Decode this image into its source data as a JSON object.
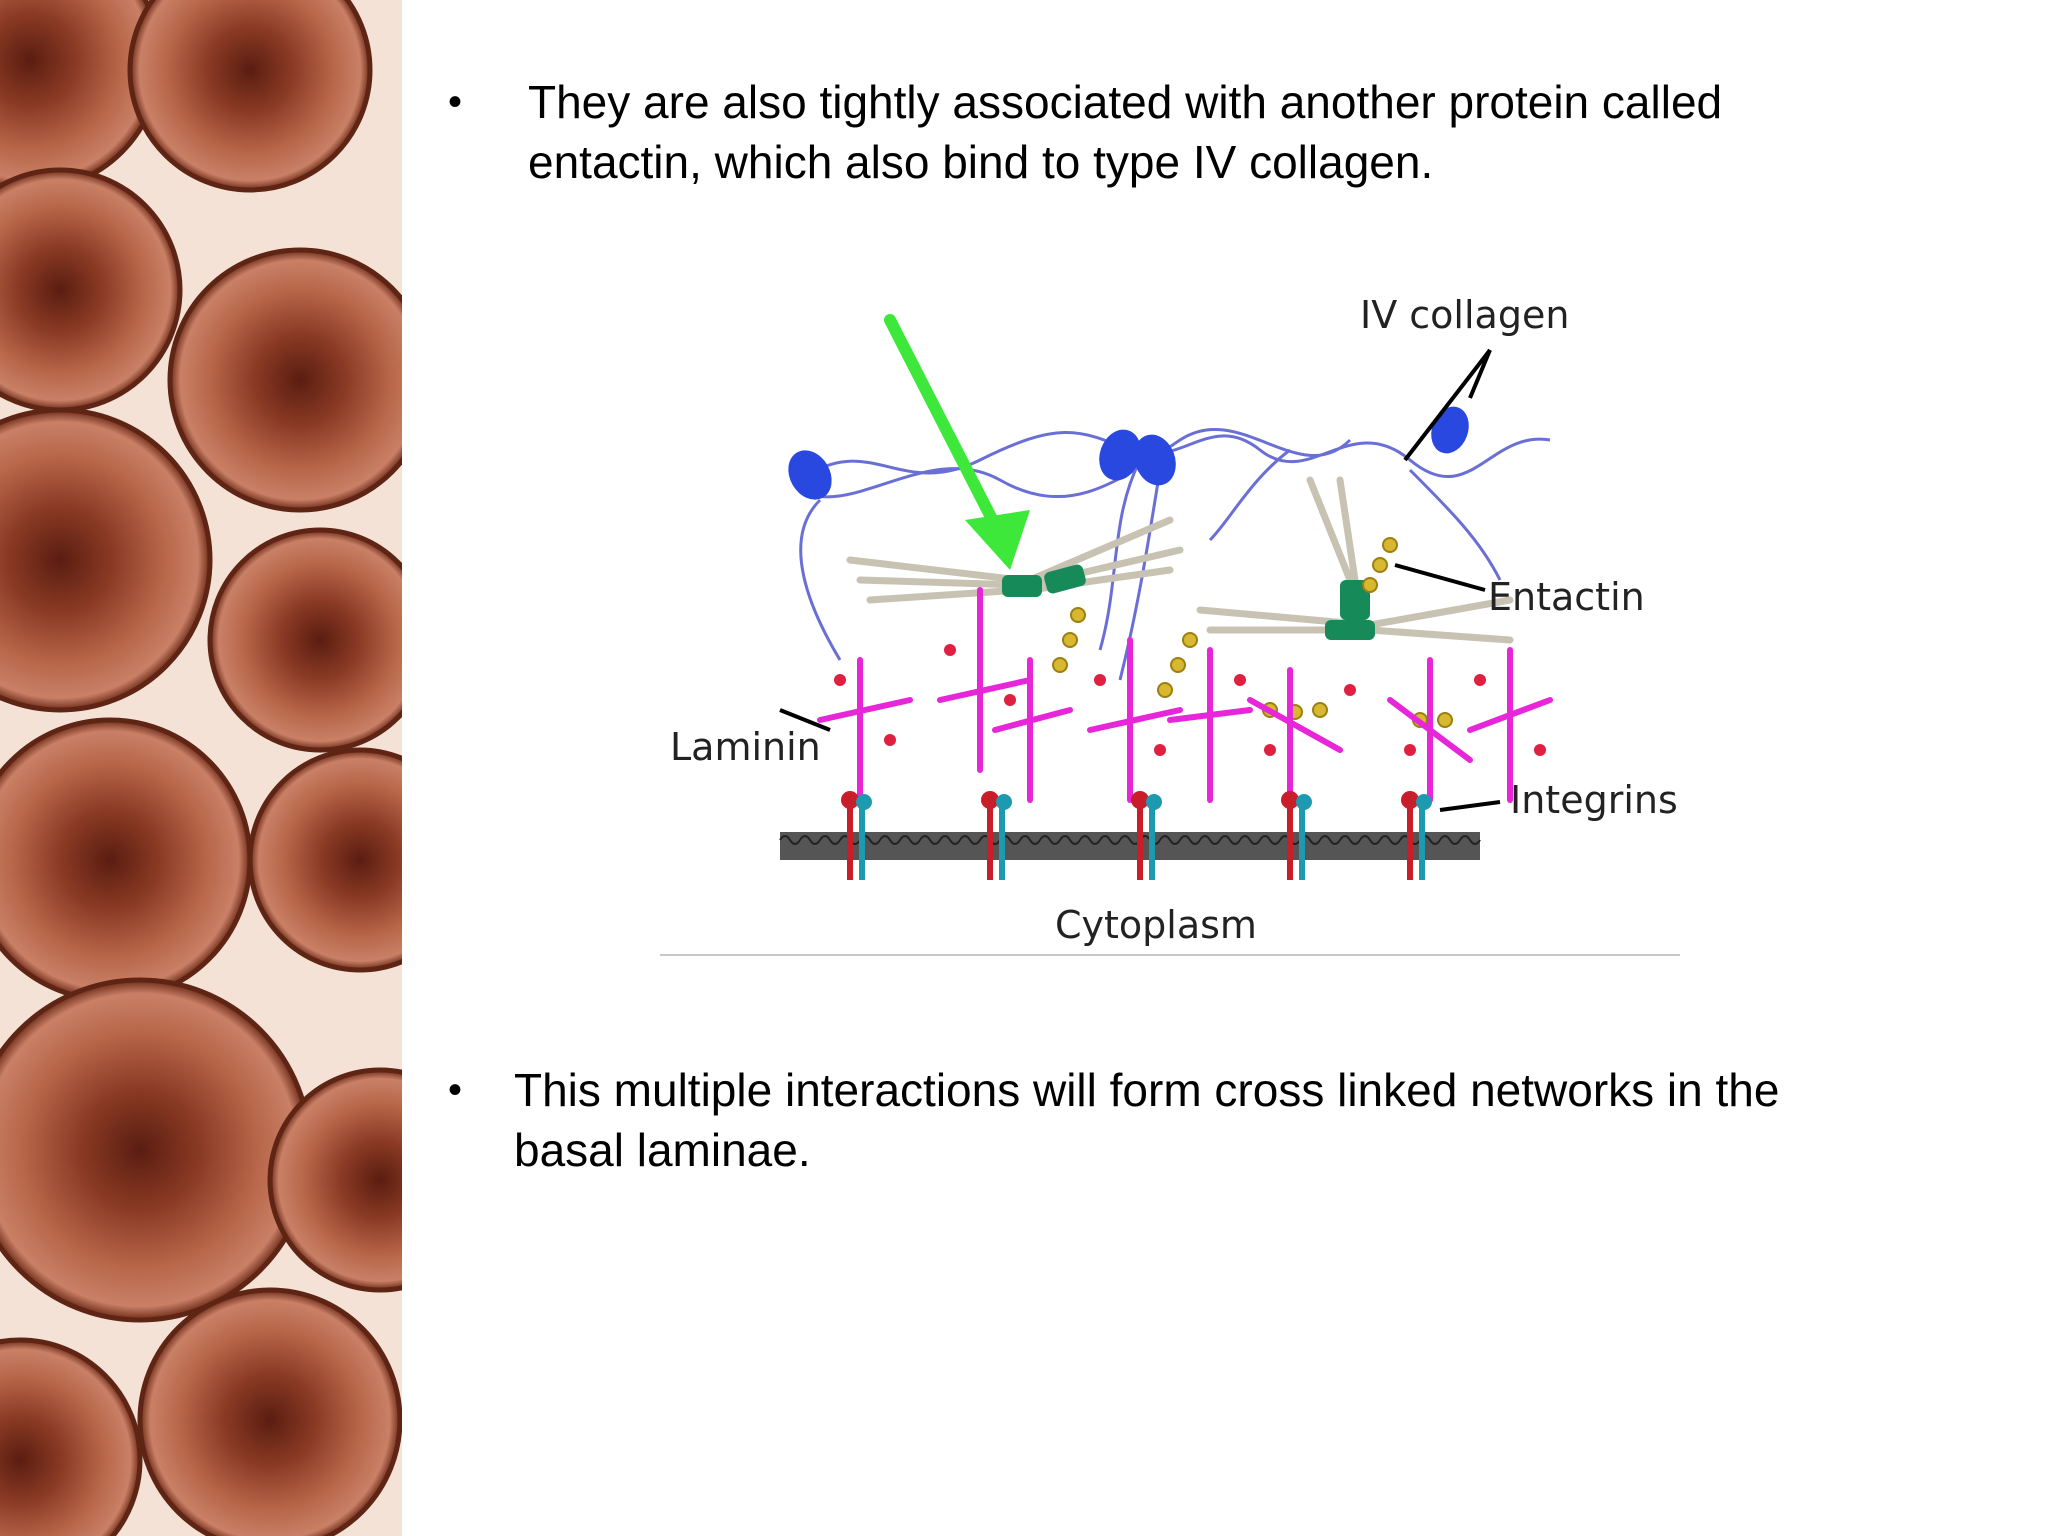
{
  "slide": {
    "bullets": [
      {
        "marker": "•",
        "text": "They are also tightly associated with another protein called\nentactin, which also bind to type IV collagen."
      },
      {
        "marker": "•",
        "text": "This multiple interactions will form cross linked networks in the\nbasal laminae."
      }
    ]
  },
  "figure": {
    "labels": {
      "collagen": "IV collagen",
      "entactin": "Entactin",
      "laminin": "Laminin",
      "integrins": "Integrins",
      "cytoplasm": "Cytoplasm"
    }
  },
  "colors": {
    "collagen_line": "#6a6fd6",
    "collagen_head": "#2848e0",
    "arrow": "#3ee83a",
    "entactin": "#168a58",
    "laminin_magenta": "#e626d8",
    "laminin_red": "#e02040",
    "membrane": "#333333",
    "integrin_red": "#c81e2a",
    "integrin_teal": "#1e9ab0",
    "side_panel": "#b86a4e"
  }
}
